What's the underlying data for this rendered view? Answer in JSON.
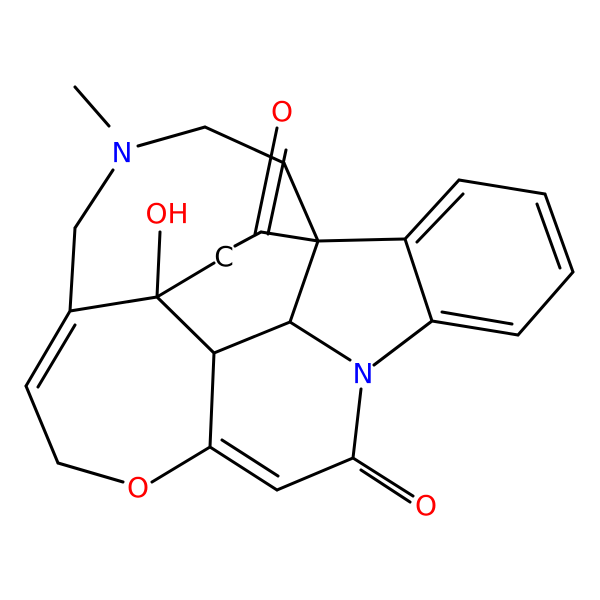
{
  "labels": {
    "n_methyl": "N",
    "n_indole": "N",
    "o_top": "O",
    "o_ring": "O",
    "o_bottom": "O",
    "hydroxyl": "OH",
    "carbon": "C"
  },
  "colors": {
    "bond": "#000000",
    "nitrogen": "#0000FF",
    "oxygen": "#FF0000",
    "carbon": "#000000"
  }
}
